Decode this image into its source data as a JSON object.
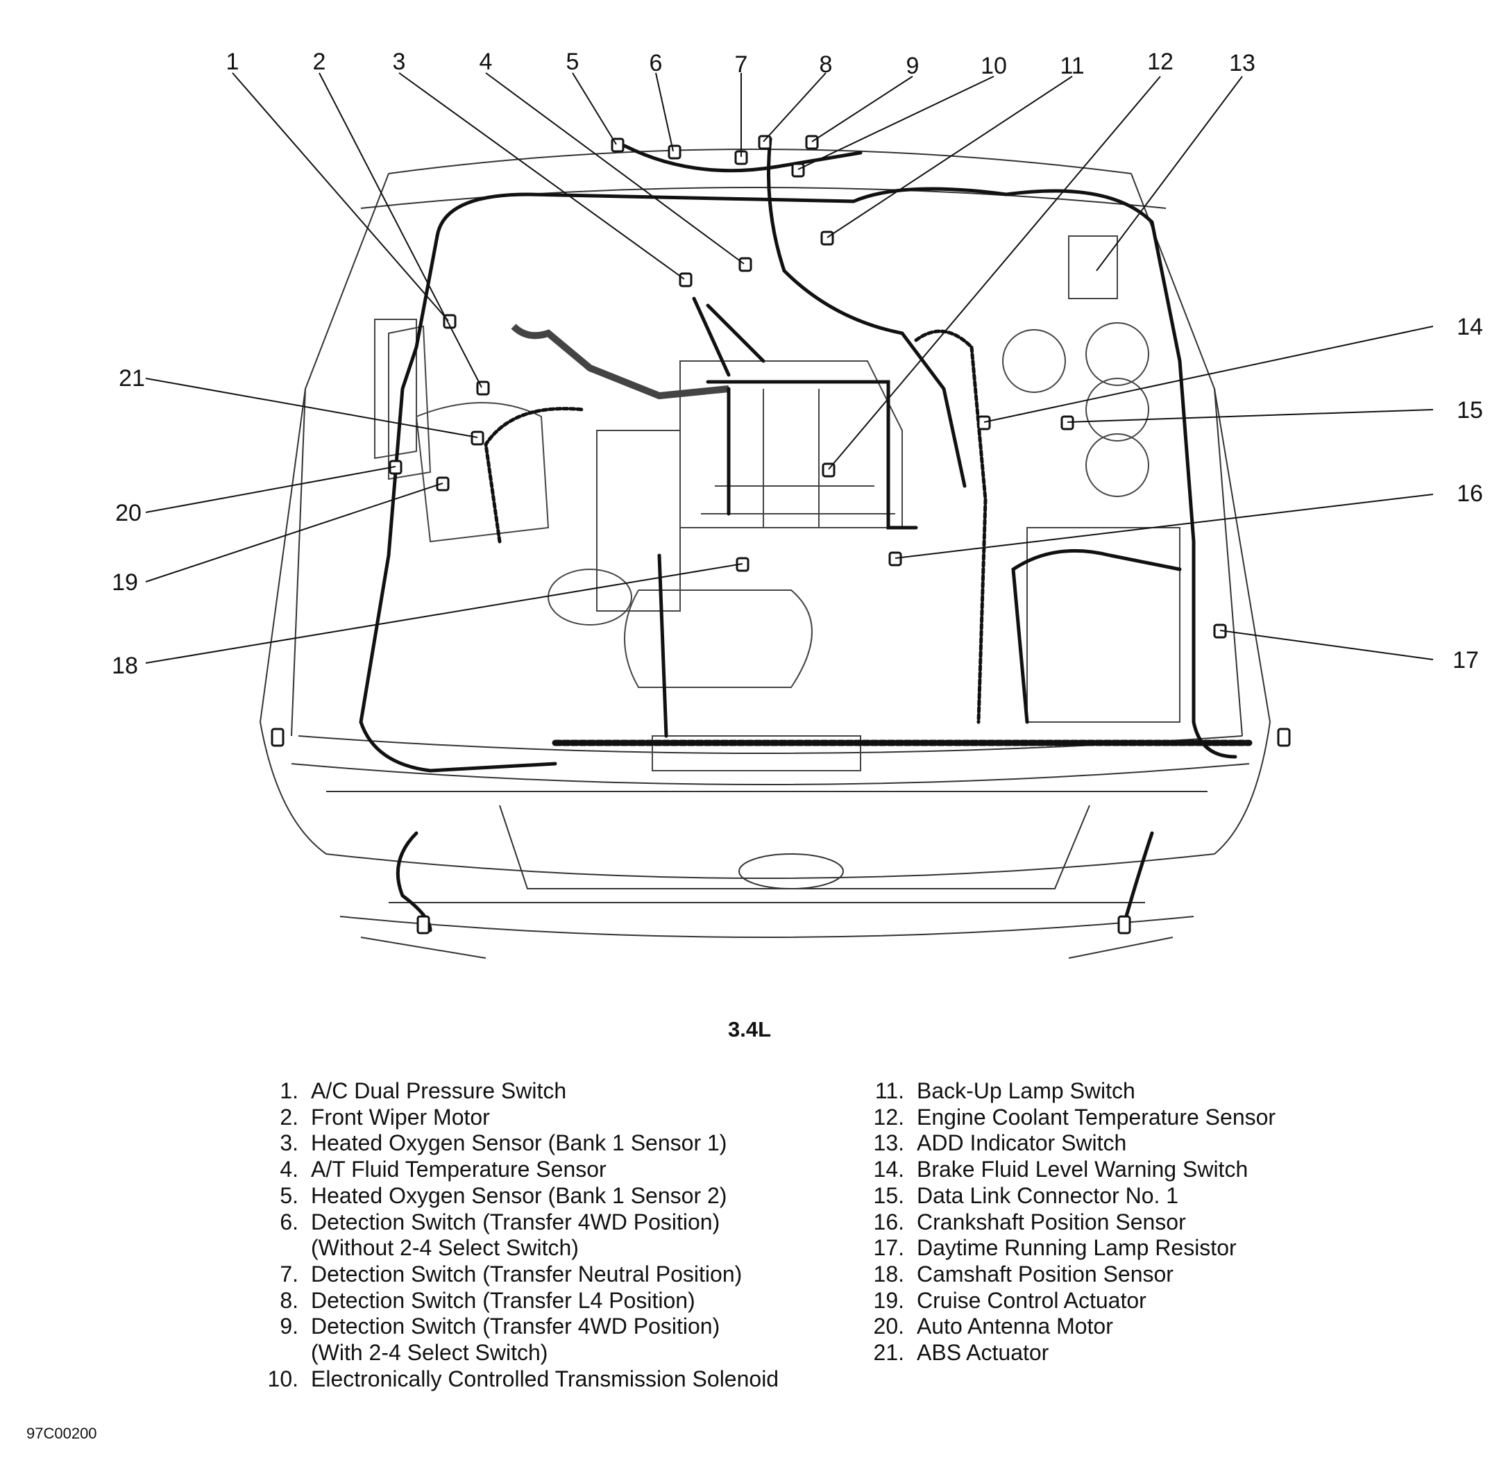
{
  "subtitle": "3.4L",
  "figure_id": "97C00200",
  "callout_numbers": [
    "1",
    "2",
    "3",
    "4",
    "5",
    "6",
    "7",
    "8",
    "9",
    "10",
    "11",
    "12",
    "13",
    "14",
    "15",
    "16",
    "17",
    "18",
    "19",
    "20",
    "21"
  ],
  "legend_left": [
    {
      "num": "1.",
      "text": "A/C Dual Pressure Switch"
    },
    {
      "num": "2.",
      "text": "Front Wiper Motor"
    },
    {
      "num": "3.",
      "text": "Heated Oxygen Sensor (Bank 1 Sensor 1)"
    },
    {
      "num": "4.",
      "text": "A/T Fluid Temperature Sensor"
    },
    {
      "num": "5.",
      "text": "Heated Oxygen Sensor (Bank 1 Sensor 2)"
    },
    {
      "num": "6.",
      "text": "Detection Switch (Transfer 4WD Position)"
    },
    {
      "num": "",
      "text": "(Without 2-4 Select Switch)"
    },
    {
      "num": "7.",
      "text": "Detection Switch (Transfer Neutral Position)"
    },
    {
      "num": "8.",
      "text": "Detection Switch (Transfer L4 Position)"
    },
    {
      "num": "9.",
      "text": "Detection Switch (Transfer 4WD Position)"
    },
    {
      "num": "",
      "text": "(With 2-4 Select Switch)"
    },
    {
      "num": "10.",
      "text": "Electronically Controlled Transmission Solenoid"
    }
  ],
  "legend_right": [
    {
      "num": "11.",
      "text": "Back-Up Lamp Switch"
    },
    {
      "num": "12.",
      "text": "Engine Coolant Temperature Sensor"
    },
    {
      "num": "13.",
      "text": "ADD Indicator Switch"
    },
    {
      "num": "14.",
      "text": "Brake Fluid Level Warning Switch"
    },
    {
      "num": "15.",
      "text": "Data Link Connector No. 1"
    },
    {
      "num": "16.",
      "text": "Crankshaft Position Sensor"
    },
    {
      "num": "17.",
      "text": "Daytime Running Lamp Resistor"
    },
    {
      "num": "18.",
      "text": "Camshaft Position Sensor"
    },
    {
      "num": "19.",
      "text": "Cruise Control Actuator"
    },
    {
      "num": "20.",
      "text": "Auto Antenna Motor"
    },
    {
      "num": "21.",
      "text": "ABS Actuator"
    }
  ]
}
